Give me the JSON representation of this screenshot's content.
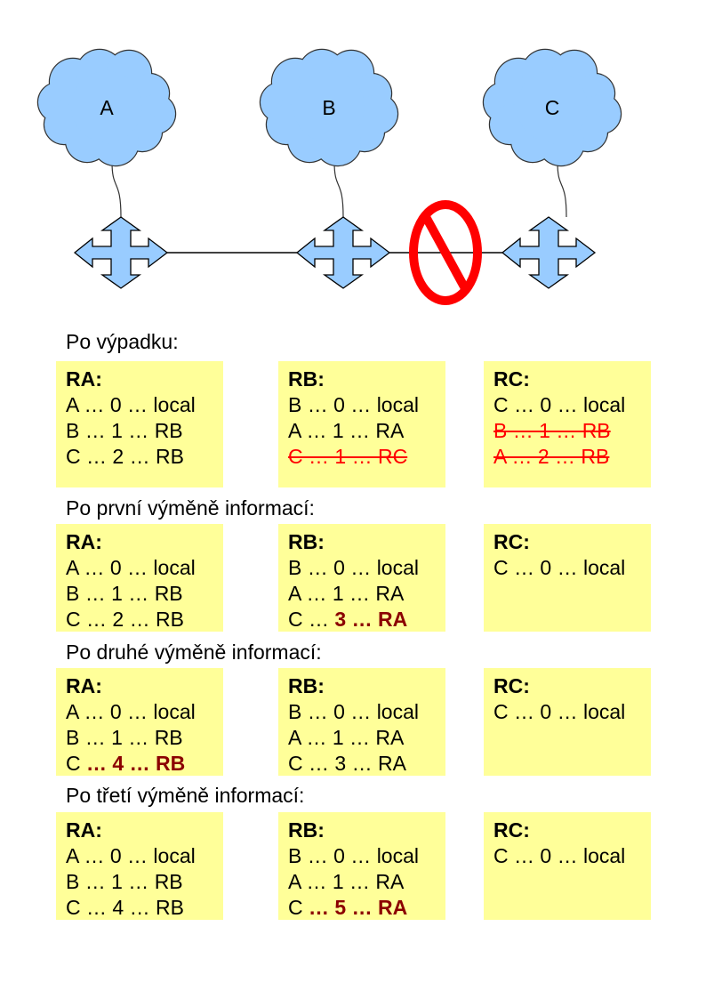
{
  "colors": {
    "cloud": "#99ccff",
    "router": "#99ccff",
    "box": "#ffff99",
    "struck": "#ff0000",
    "highlight": "#8b0000",
    "no_sign": "#ff0000"
  },
  "network": {
    "clouds": [
      {
        "label": "A"
      },
      {
        "label": "B"
      },
      {
        "label": "C"
      }
    ],
    "broken_link_icon": "no-entry-sign"
  },
  "stages": [
    {
      "heading": "Po výpadku:",
      "tables": [
        {
          "title": "RA:",
          "lines": [
            {
              "plain": "A … 0 … local"
            },
            {
              "plain": "B … 1 … RB"
            },
            {
              "plain": "C … 2 … RB"
            }
          ]
        },
        {
          "title": "RB:",
          "lines": [
            {
              "plain": "B … 0 … local"
            },
            {
              "plain": "A … 1 … RA"
            },
            {
              "struck": "C … 1 … RC"
            }
          ]
        },
        {
          "title": "RC:",
          "lines": [
            {
              "plain": "C … 0 … local"
            },
            {
              "struck": "B … 1 … RB"
            },
            {
              "struck": "A … 2 … RB"
            }
          ]
        }
      ]
    },
    {
      "heading": "Po první výměně informací:",
      "tables": [
        {
          "title": "RA:",
          "lines": [
            {
              "plain": "A … 0 … local"
            },
            {
              "plain": "B … 1 … RB"
            },
            {
              "plain": "C … 2 … RB"
            }
          ]
        },
        {
          "title": "RB:",
          "lines": [
            {
              "plain": "B … 0 … local"
            },
            {
              "plain": "A … 1 … RA"
            },
            {
              "plain": "C … ",
              "hl": "3 … RA"
            }
          ]
        },
        {
          "title": "RC:",
          "lines": [
            {
              "plain": "C … 0 … local"
            }
          ]
        }
      ]
    },
    {
      "heading": "Po druhé výměně informací:",
      "tables": [
        {
          "title": "RA:",
          "lines": [
            {
              "plain": "A … 0 … local"
            },
            {
              "plain": "B … 1 … RB"
            },
            {
              "plain": "C ",
              "hl": "… 4 … RB"
            }
          ]
        },
        {
          "title": "RB:",
          "lines": [
            {
              "plain": "B … 0 … local"
            },
            {
              "plain": "A … 1 … RA"
            },
            {
              "plain": "C … 3 … RA"
            }
          ]
        },
        {
          "title": "RC:",
          "lines": [
            {
              "plain": "C … 0 … local"
            }
          ]
        }
      ]
    },
    {
      "heading": "Po třetí výměně informací:",
      "tables": [
        {
          "title": "RA:",
          "lines": [
            {
              "plain": "A … 0 … local"
            },
            {
              "plain": "B … 1 … RB"
            },
            {
              "plain": "C … 4 … RB"
            }
          ]
        },
        {
          "title": "RB:",
          "lines": [
            {
              "plain": "B … 0 … local"
            },
            {
              "plain": "A … 1 … RA"
            },
            {
              "plain": "C ",
              "hl": "… 5 … RA"
            }
          ]
        },
        {
          "title": "RC:",
          "lines": [
            {
              "plain": "C … 0 … local"
            }
          ]
        }
      ]
    }
  ]
}
